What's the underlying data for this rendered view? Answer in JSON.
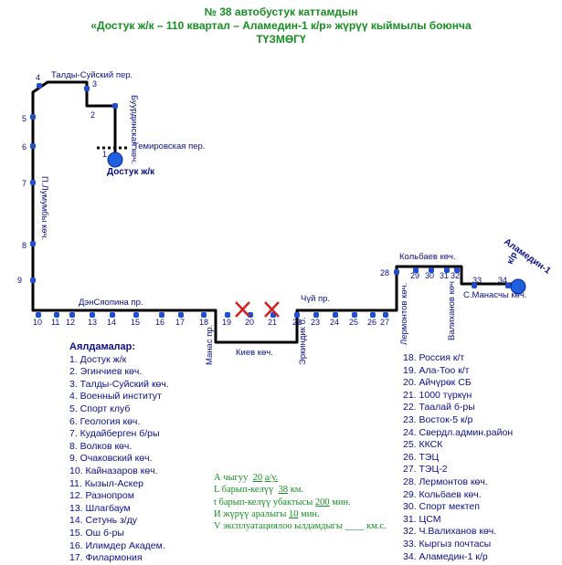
{
  "header": {
    "line1": "№ 38  автобустук каттамдын",
    "line2": "«Достук ж/к – 110 квартал – Аламедин-1 к/р» жүрүү кыймылы боюнча",
    "line3": "ТҮЗМӨГҮ"
  },
  "streets": {
    "taldy_suyskiy": "Талды-Суйский пер.",
    "burdinskaya": "Буурдинская көч.",
    "temirovskaya": "Темировская пер.",
    "dostuk": "Достук ж/к",
    "lumumby": "П.Лумумбы көч.",
    "densyaopina": "ДэнСяопина пр.",
    "chuy": "Чүй пр.",
    "manas": "Манас пр.",
    "kiev": "Киев көч.",
    "erkindik": "Эркиндик б.",
    "lermontov": "Лермонтов көч.",
    "kolbaev": "Кольбаев көч.",
    "valikhanov": "Валиханов көч",
    "s_manaschy": "С.Манасчы көч.",
    "alamedin": "Аламедин-1",
    "alamedin_kr": "к/р"
  },
  "stop_numbers": [
    "1",
    "2",
    "3",
    "4",
    "5",
    "6",
    "7",
    "8",
    "9",
    "10",
    "11",
    "12",
    "13",
    "14",
    "15",
    "16",
    "17",
    "18",
    "19",
    "20",
    "21",
    "22",
    "23",
    "24",
    "25",
    "26",
    "27",
    "28",
    "29",
    "30",
    "31",
    "32",
    "33",
    "34"
  ],
  "stops_title": "Аялдамалар:",
  "stops_left": [
    "1. Достук ж/к",
    "2. Эгинчиев көч.",
    "3. Талды-Суйский көч.",
    "4. Военный институт",
    "5. Спорт клуб",
    "6. Геология көч.",
    "7. Кудайберген б/ры",
    "8. Волков көч.",
    "9. Очаковский көч.",
    "10. Кайназаров көч.",
    "11. Кызыл-Аскер",
    "12. Разнопром",
    "13. Шлагбаум",
    "14. Сетунь з/ду",
    "15. Ош б-ры",
    "16. Илимдер Академ.",
    "17. Филармония"
  ],
  "stops_right": [
    "18. Россия к/т",
    "19. Ала-Тоо к/т",
    "20. Айчүрөк СБ",
    "21. 1000 түркүн",
    "22. Таалай б-ры",
    "23. Восток-5 к/р",
    "24. Свердл.админ.район",
    "25. ККСК",
    "26. ТЭЦ",
    "27. ТЭЦ-2",
    "28. Лермонтов көч.",
    "29. Кольбаев көч.",
    "30. Спорт мектеп",
    "31. ЦСМ",
    "32. Ч.Валиханов көч.",
    "33. Кыргыз почтасы",
    "34. Аламедин-1 к/р"
  ],
  "info": {
    "a_label": "А чыгуу",
    "a_value": "20",
    "a_unit": "а/у.",
    "l_label": "L барып-келүү",
    "l_value": "38",
    "l_unit": "км.",
    "t_label": "t барып-келүү убактысы",
    "t_value": "200",
    "t_unit": "мин.",
    "i_label": "И жүрүү аралыгы",
    "i_value": "10",
    "i_unit": "мин.",
    "v_label": "V эксплуатациялоо ылдамдыгы",
    "v_value": "____",
    "v_unit": "км.с."
  },
  "colors": {
    "route": "#000000",
    "stop": "#1f4fd1",
    "terminal": "#1f5fe0",
    "closed": "#d21f1f",
    "header": "#168f22",
    "text": "#0a0f8a"
  }
}
